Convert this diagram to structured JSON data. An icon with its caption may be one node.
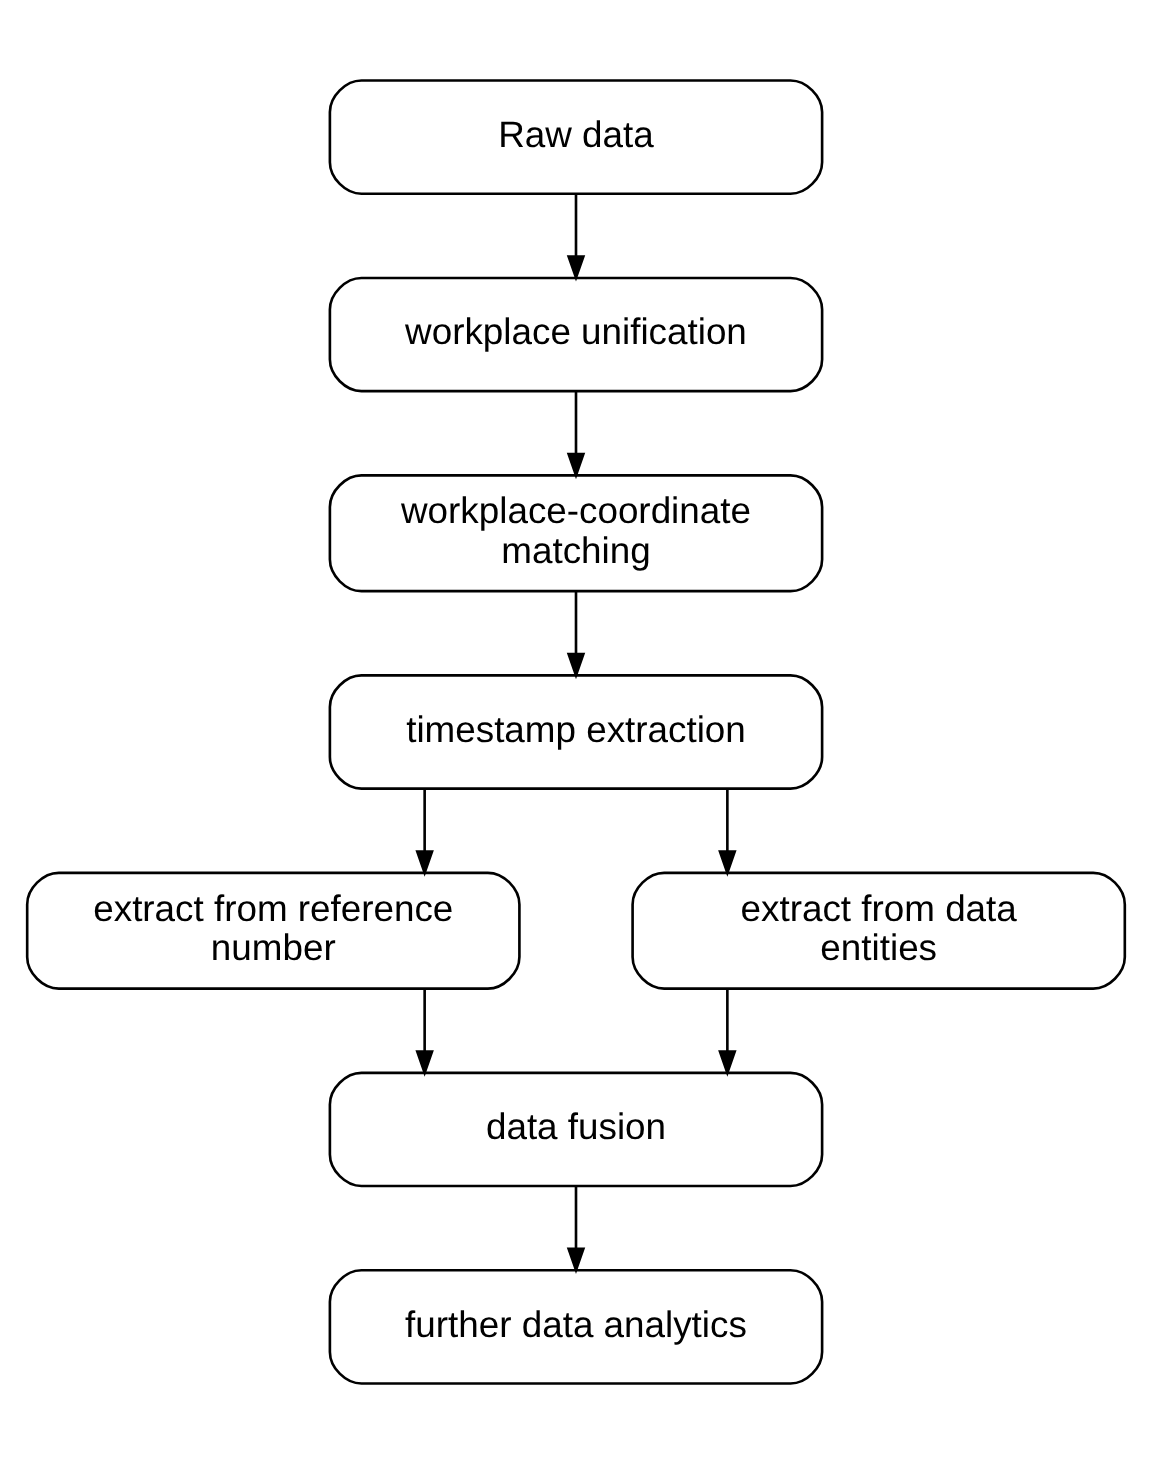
{
  "diagram": {
    "nodes": [
      {
        "text": [
          "Raw data"
        ]
      },
      {
        "text": [
          "workplace unification"
        ]
      },
      {
        "text": [
          "workplace-coordinate matching"
        ]
      },
      {
        "text": [
          "timestamp extraction"
        ]
      },
      {
        "text": [
          "extract from reference number"
        ]
      },
      {
        "text": [
          "extract from data entities"
        ]
      },
      {
        "text": [
          "data fusion"
        ]
      },
      {
        "text": [
          "further data analytics"
        ]
      }
    ],
    "edges": [
      {
        "from": 0,
        "to": 1,
        "arrow": "to"
      },
      {
        "from": 1,
        "to": 2,
        "arrow": "to"
      },
      {
        "from": 2,
        "to": 3,
        "arrow": "to"
      },
      {
        "from": 3,
        "to": 4,
        "arrow": "to"
      },
      {
        "from": 3,
        "to": 5,
        "arrow": "to"
      },
      {
        "from": 4,
        "to": 6,
        "arrow": "to"
      },
      {
        "from": 5,
        "to": 6,
        "arrow": "to"
      },
      {
        "from": 6,
        "to": 7,
        "arrow": "to"
      }
    ]
  }
}
